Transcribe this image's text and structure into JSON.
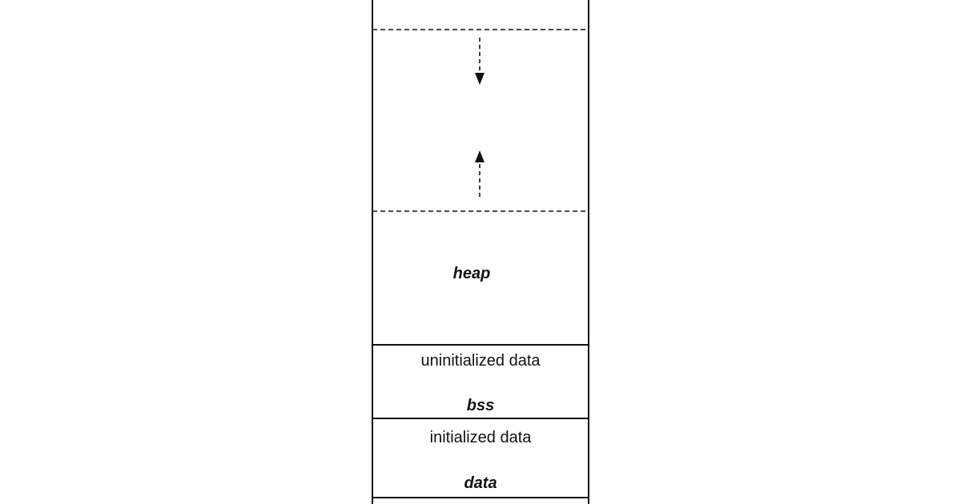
{
  "memory_layout": {
    "heap": {
      "name": "heap"
    },
    "bss": {
      "description": "uninitialized data",
      "name": "bss"
    },
    "data": {
      "description": "initialized data",
      "name": "data"
    },
    "growth_arrows": [
      "down-arrow-icon",
      "up-arrow-icon"
    ]
  },
  "colors": {
    "line": "#111111",
    "background": "#ffffff"
  }
}
